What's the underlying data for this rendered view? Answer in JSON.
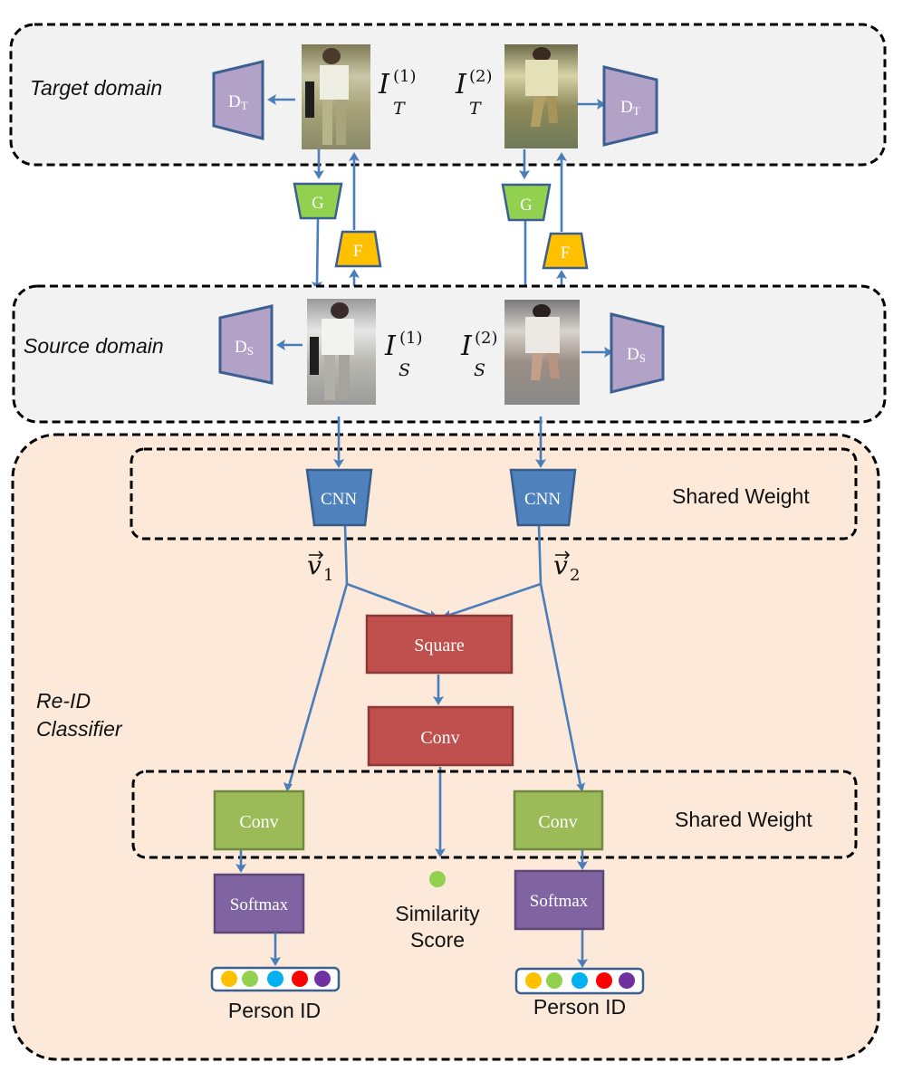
{
  "figure": {
    "target_domain": {
      "label": "Target domain",
      "discriminator_left": {
        "main": "D",
        "sub": "T"
      },
      "discriminator_right": {
        "main": "D",
        "sub": "T"
      },
      "image1": {
        "symbol": "I",
        "sub": "T",
        "sup": "(1)"
      },
      "image2": {
        "symbol": "I",
        "sub": "T",
        "sup": "(2)"
      }
    },
    "generators": {
      "g_label": "G",
      "f_label": "F"
    },
    "source_domain": {
      "label": "Source domain",
      "discriminator_left": {
        "main": "D",
        "sub": "S"
      },
      "discriminator_right": {
        "main": "D",
        "sub": "S"
      },
      "image1": {
        "symbol": "I",
        "sub": "S",
        "sup": "(1)"
      },
      "image2": {
        "symbol": "I",
        "sub": "S",
        "sup": "(2)"
      }
    },
    "reid": {
      "label_line1": "Re-ID",
      "label_line2": "Classifier",
      "shared_weight_top": "Shared Weight",
      "shared_weight_bottom": "Shared Weight",
      "cnn_label": "CNN",
      "v1": {
        "symbol": "v",
        "sub": "1"
      },
      "v2": {
        "symbol": "v",
        "sub": "2"
      },
      "square_label": "Square",
      "conv_center_label": "Conv",
      "conv_left_label": "Conv",
      "conv_right_label": "Conv",
      "softmax_left_label": "Softmax",
      "softmax_right_label": "Softmax",
      "similarity_line1": "Similarity",
      "similarity_line2": "Score",
      "person_id_left": "Person ID",
      "person_id_right": "Person ID",
      "id_dot_colors": [
        "#ffc000",
        "#92d050",
        "#00b0f0",
        "#ff0000",
        "#7030a0"
      ]
    },
    "colors": {
      "domain_bg": "#f2f2f2",
      "reid_bg": "#fde9d9",
      "discriminator": "#b3a2c7",
      "discriminator_border": "#3c5f91",
      "generator_g": "#92d050",
      "generator_f": "#ffc000",
      "cnn": "#4f81bd",
      "square_conv": "#c0504d",
      "conv_green": "#9bbb59",
      "softmax": "#8064a2",
      "arrow": "#4a7ebb"
    }
  }
}
